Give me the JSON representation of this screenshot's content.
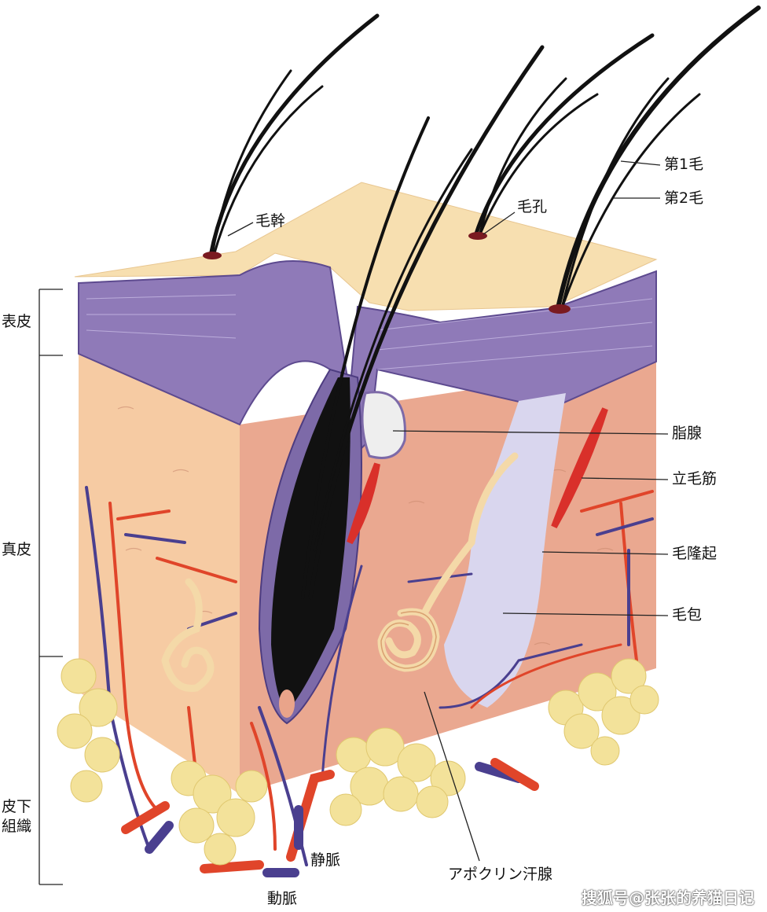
{
  "labels": {
    "hair_shaft": "毛幹",
    "pore": "毛孔",
    "primary_hair": "第1毛",
    "secondary_hair": "第2毛",
    "epidermis": "表皮",
    "dermis": "真皮",
    "subcutis_line1": "皮下",
    "subcutis_line2": "組織",
    "sebaceous_gland": "脂腺",
    "arrector_pili": "立毛筋",
    "hair_bulge": "毛隆起",
    "hair_follicle": "毛包",
    "vein": "静脈",
    "artery": "動脈",
    "apocrine_gland": "アポクリン汗腺"
  },
  "watermark": "搜狐号@张张的养猫日记",
  "colors": {
    "epidermis": "#8f7ab8",
    "surface": "#f7dfb0",
    "dermis_left": "#f6cba3",
    "dermis_right": "#eaa890",
    "fat": "#f3e29a",
    "artery": "#e0452a",
    "vein": "#4a3f8f",
    "hair": "#111111",
    "follicle": "#d9d6ee"
  }
}
